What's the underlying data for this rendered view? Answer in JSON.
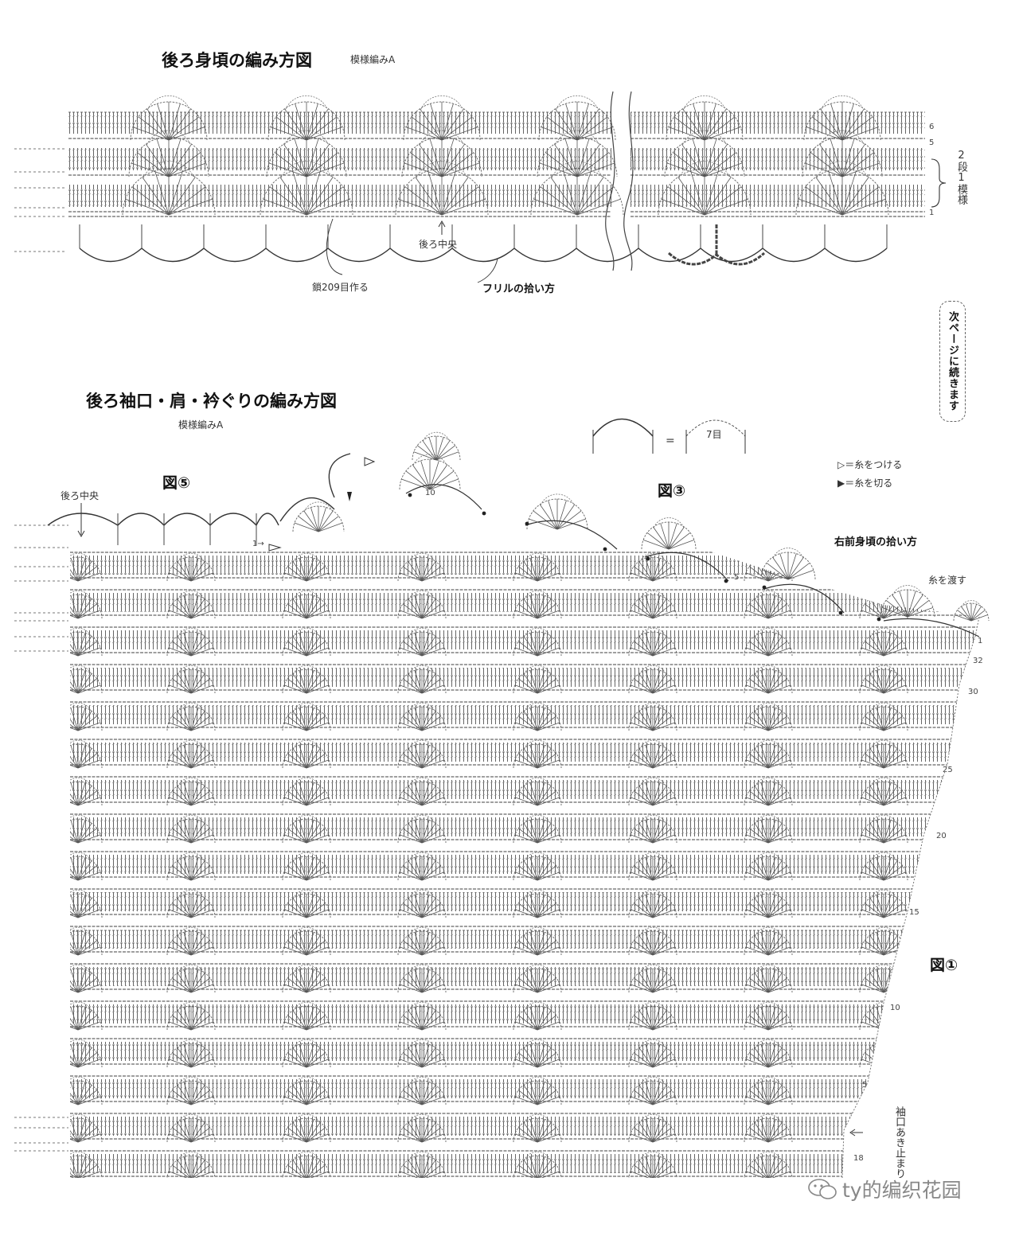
{
  "top": {
    "title": "後ろ身頃の編み方図",
    "subtitle": "模様編みA",
    "label_center": "後ろ中央",
    "label_chain": "鎖209目作る",
    "label_ruffle": "フリルの拾い方",
    "row_numbers": [
      "6",
      "5",
      "1"
    ],
    "repeat_note": "2段1模様"
  },
  "continue_note": "次ページに続きます",
  "bottom": {
    "title": "後ろ袖口・肩・衿ぐりの編み方図",
    "subtitle": "模様編みA",
    "fig5": "図⑤",
    "fig3": "図③",
    "fig1": "図①",
    "equation_count": "7目",
    "legend_attach": "＝糸をつける",
    "legend_cut": "＝糸を切る",
    "label_center": "後ろ中央",
    "label_pickup": "右前身頃の拾い方",
    "label_pass": "糸を渡す",
    "label_sleeve": "袖口あき止まり",
    "side_rows": [
      "1",
      "32",
      "30",
      "25",
      "20",
      "15",
      "10",
      "5",
      "18"
    ],
    "yoke_rows": [
      "10",
      "5"
    ],
    "start_marker": "1→"
  },
  "watermark": "ty的编织花园"
}
